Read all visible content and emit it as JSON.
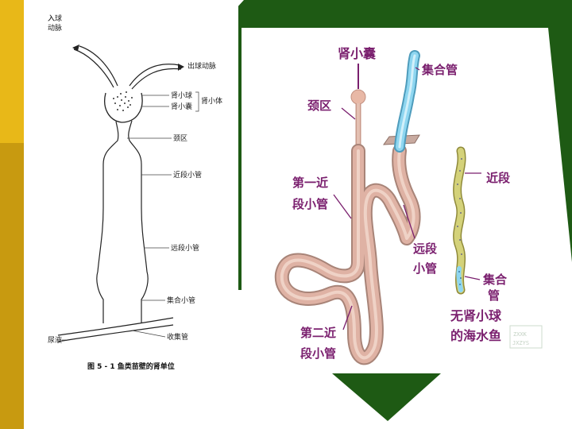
{
  "left_diagram": {
    "labels": {
      "afferent_artery": "入球\n动脉",
      "efferent_artery": "出球动脉",
      "glomerulus": "肾小球",
      "bowmans_capsule": "肾小囊",
      "renal_corpuscle": "肾小体",
      "neck": "颈区",
      "proximal_tubule": "近段小管",
      "distal_tubule": "远段小管",
      "collecting_tubule": "集合小管",
      "urine": "尿液",
      "collecting_duct": "收集管"
    },
    "caption": "图 5 - 1    鱼类苗壁的肾单位"
  },
  "right_diagram": {
    "labels": {
      "renal_capsule": "肾小囊",
      "collecting_duct": "集合管",
      "neck": "颈区",
      "first_proximal": "第一近\n段小管",
      "distal": "远段\n小管",
      "second_proximal": "第二近\n段小管",
      "aglomerular_proximal": "近段",
      "aglomerular_collecting": "集合\n管",
      "aglomerular_title": "无肾小球\n的海水鱼"
    },
    "watermark": "ZXXK\nJXZYS"
  },
  "colors": {
    "dark_green": "#1e5a14",
    "gold": "#e8b818",
    "gold_dark": "#c89a10",
    "tubule_pink": "#dfb2a4",
    "duct_blue": "#74c8e6",
    "label_purple": "#7a1f6e",
    "aglomerular_yellow": "#cfcf6a"
  }
}
